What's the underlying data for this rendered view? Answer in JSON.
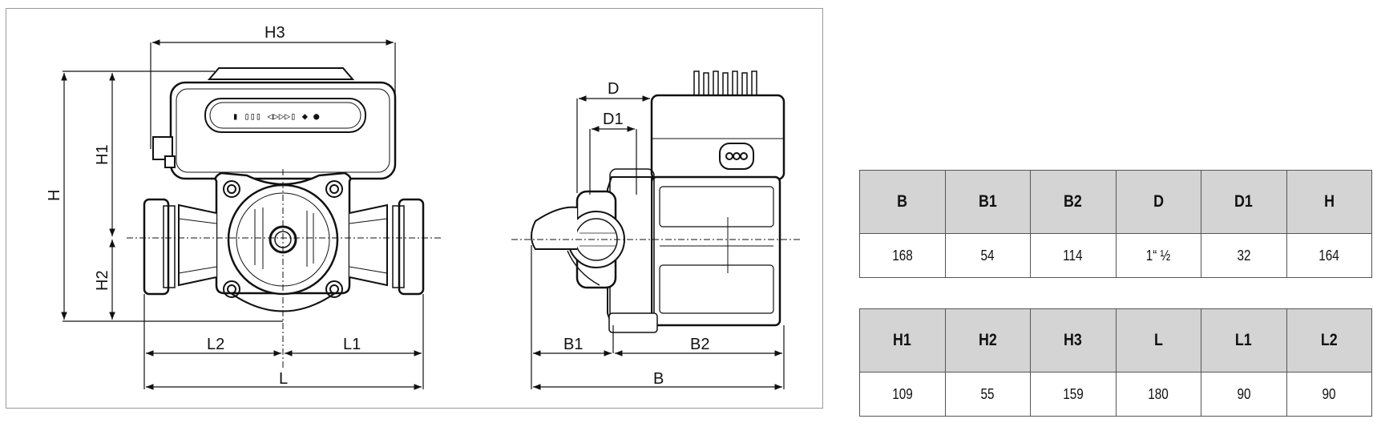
{
  "drawing": {
    "front_labels": {
      "H3": "H3",
      "H": "H",
      "H1": "H1",
      "H2": "H2",
      "L2": "L2",
      "L1": "L1",
      "L": "L"
    },
    "side_labels": {
      "D": "D",
      "D1": "D1",
      "B1": "B1",
      "B2": "B2",
      "B": "B"
    }
  },
  "tables": [
    {
      "headers": [
        "B",
        "B1",
        "B2",
        "D",
        "D1",
        "H"
      ],
      "values": [
        "168",
        "54",
        "114",
        "1“ ½",
        "32",
        "164"
      ]
    },
    {
      "headers": [
        "H1",
        "H2",
        "H3",
        "L",
        "L1",
        "L2"
      ],
      "values": [
        "109",
        "55",
        "159",
        "180",
        "90",
        "90"
      ]
    }
  ],
  "colors": {
    "header_bg": "#d4d4d5",
    "line": "#111111"
  }
}
